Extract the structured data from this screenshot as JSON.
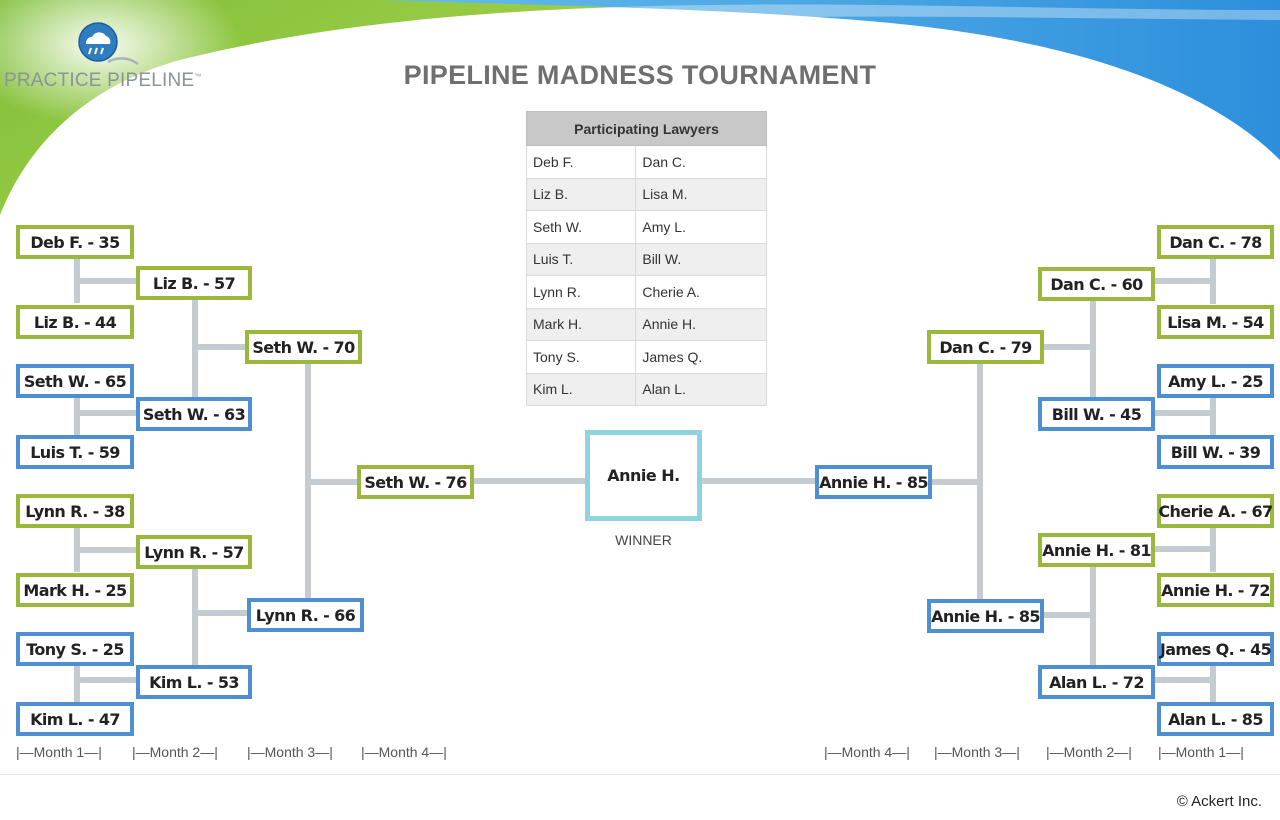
{
  "logo": {
    "text": "PRACTICE PIPELINE",
    "superscript": "™"
  },
  "title": "PIPELINE MADNESS TOURNAMENT",
  "participants": {
    "header": "Participating Lawyers",
    "rows": [
      [
        "Deb F.",
        "Dan C."
      ],
      [
        "Liz B.",
        "Lisa M."
      ],
      [
        "Seth W.",
        "Amy L."
      ],
      [
        "Luis T.",
        "Bill W."
      ],
      [
        "Lynn R.",
        "Cherie A."
      ],
      [
        "Mark H.",
        "Annie H."
      ],
      [
        "Tony S.",
        "James Q."
      ],
      [
        "Kim L.",
        "Alan L."
      ]
    ]
  },
  "left": {
    "round1": [
      "Deb F. - 35",
      "Liz B. - 44",
      "Seth W. - 65",
      "Luis T. - 59",
      "Lynn R. - 38",
      "Mark H. - 25",
      "Tony S. - 25",
      "Kim L. - 47"
    ],
    "round2": [
      "Liz B. - 57",
      "Seth W. - 63",
      "Lynn R. - 57",
      "Kim L. - 53"
    ],
    "round3": [
      "Seth W. - 70",
      "Lynn R. - 66"
    ],
    "round4": [
      "Seth W. - 76"
    ]
  },
  "right": {
    "round1": [
      "Dan C. - 78",
      "Lisa M. - 54",
      "Amy L. - 25",
      "Bill W. - 39",
      "Cherie A. - 67",
      "Annie H. - 72",
      "James Q. - 45",
      "Alan L. - 85"
    ],
    "round2": [
      "Dan C. - 60",
      "Bill W. - 45",
      "Annie H. - 81",
      "Alan L. - 72"
    ],
    "round3": [
      "Dan C. - 79",
      "Annie H. - 85"
    ],
    "round4": [
      "Annie H. - 85"
    ]
  },
  "winner": {
    "name": "Annie H.",
    "label": "WINNER"
  },
  "months": {
    "left": [
      "|—Month 1—|",
      "|—Month 2—|",
      "|—Month 3—|",
      "|—Month 4—|"
    ],
    "right": [
      "|—Month 4—|",
      "|—Month 3—|",
      "|—Month 2—|",
      "|—Month 1—|"
    ]
  },
  "colors": {
    "green": "#9ab83c",
    "blue": "#4d8fd0",
    "winner_border": "#8fd3de",
    "connector": "#c5ccd1",
    "banner_green": "#8cc63e",
    "banner_blue": "#3b9be0"
  },
  "copyright": "© Ackert Inc."
}
